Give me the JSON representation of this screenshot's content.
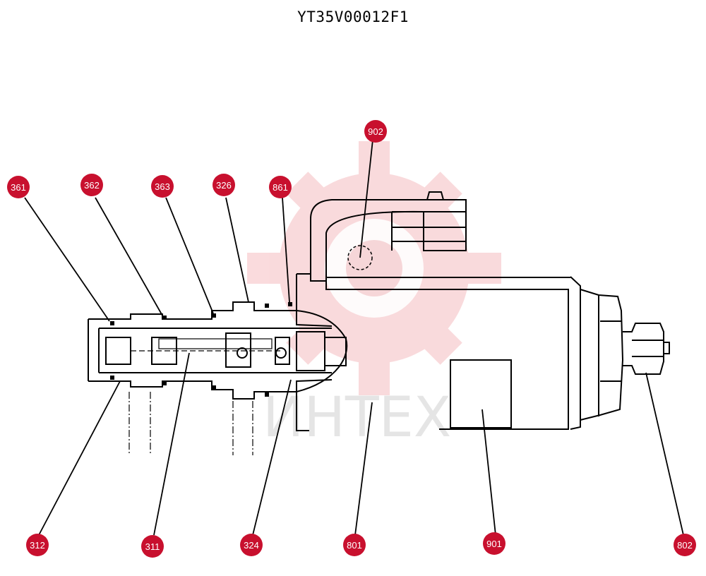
{
  "drawing": {
    "title": "YT35V00012F1",
    "watermark": "ИНТЕХ",
    "accent_color": "#c8102e",
    "callouts": [
      {
        "id": "361",
        "label": "361"
      },
      {
        "id": "362",
        "label": "362"
      },
      {
        "id": "363",
        "label": "363"
      },
      {
        "id": "326",
        "label": "326"
      },
      {
        "id": "861",
        "label": "861"
      },
      {
        "id": "902",
        "label": "902"
      },
      {
        "id": "312",
        "label": "312"
      },
      {
        "id": "311",
        "label": "311"
      },
      {
        "id": "324",
        "label": "324"
      },
      {
        "id": "801",
        "label": "801"
      },
      {
        "id": "901",
        "label": "901"
      },
      {
        "id": "802",
        "label": "802"
      }
    ]
  }
}
